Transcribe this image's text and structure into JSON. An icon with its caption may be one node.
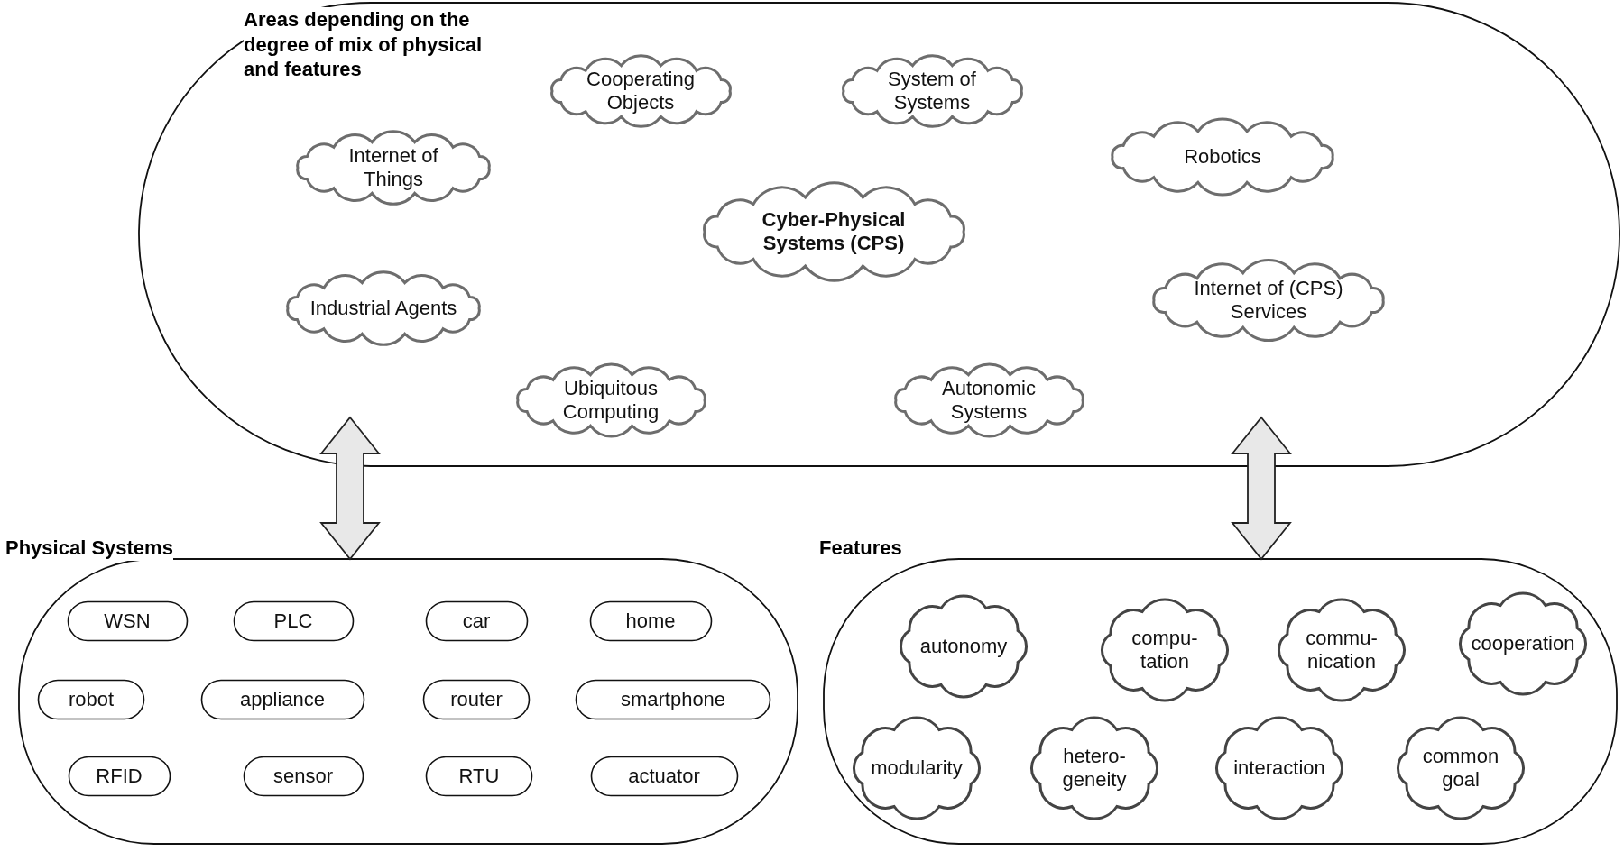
{
  "diagram": {
    "nodes": [
      {
        "text": [
          "Areas depending on the degree of mix of physical and features"
        ]
      },
      {
        "text": [
          "Cooperating Objects"
        ],
        "in": 0
      },
      {
        "text": [
          "System of Systems"
        ],
        "in": 0
      },
      {
        "text": [
          "Internet of Things"
        ],
        "in": 0
      },
      {
        "text": [
          "Robotics"
        ],
        "in": 0
      },
      {
        "text": [
          "Cyber-Physical Systems (CPS)"
        ],
        "in": 0
      },
      {
        "text": [
          "Industrial Agents"
        ],
        "in": 0
      },
      {
        "text": [
          "Internet of (CPS) Services"
        ],
        "in": 0
      },
      {
        "text": [
          "Ubiquitous Computing"
        ],
        "in": 0
      },
      {
        "text": [
          "Autonomic Systems"
        ],
        "in": 0
      },
      {
        "text": [
          "Physical Systems"
        ]
      },
      {
        "text": [
          "WSN"
        ],
        "in": 10
      },
      {
        "text": [
          "PLC"
        ],
        "in": 10
      },
      {
        "text": [
          "car"
        ],
        "in": 10
      },
      {
        "text": [
          "home"
        ],
        "in": 10
      },
      {
        "text": [
          "robot"
        ],
        "in": 10
      },
      {
        "text": [
          "appliance"
        ],
        "in": 10
      },
      {
        "text": [
          "router"
        ],
        "in": 10
      },
      {
        "text": [
          "smartphone"
        ],
        "in": 10
      },
      {
        "text": [
          "RFID"
        ],
        "in": 10
      },
      {
        "text": [
          "sensor"
        ],
        "in": 10
      },
      {
        "text": [
          "RTU"
        ],
        "in": 10
      },
      {
        "text": [
          "actuator"
        ],
        "in": 10
      },
      {
        "text": [
          "Features"
        ]
      },
      {
        "text": [
          "autonomy"
        ],
        "in": 23
      },
      {
        "text": [
          "compu- tation"
        ],
        "in": 23
      },
      {
        "text": [
          "commu- nication"
        ],
        "in": 23
      },
      {
        "text": [
          "cooperation"
        ],
        "in": 23
      },
      {
        "text": [
          "modularity"
        ],
        "in": 23
      },
      {
        "text": [
          "hetero- geneity"
        ],
        "in": 23
      },
      {
        "text": [
          "interaction"
        ],
        "in": 23
      },
      {
        "text": [
          "common goal"
        ],
        "in": 23
      }
    ],
    "edges": [
      {
        "from": 0,
        "to": 10,
        "arrow": "both",
        "style": "thick"
      },
      {
        "from": 0,
        "to": 23,
        "arrow": "both",
        "style": "thick"
      }
    ]
  }
}
